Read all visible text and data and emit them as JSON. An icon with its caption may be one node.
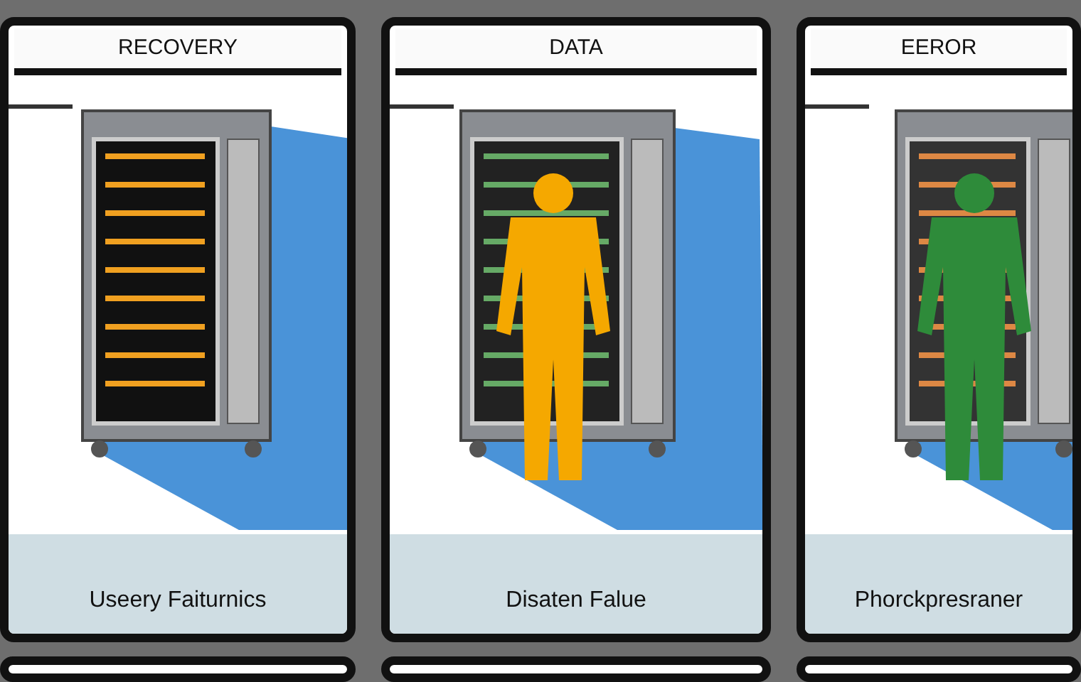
{
  "diagram": {
    "nodes": [
      {
        "text": [
          "RECOVERY",
          "Useery Faiturnics"
        ]
      },
      {
        "text": [
          "DATA",
          "Disaten Falue"
        ]
      },
      {
        "text": [
          "EEROR",
          "Phorckpresraner"
        ]
      },
      {
        "text": [],
        "shape": "box"
      },
      {
        "text": [],
        "shape": "box"
      },
      {
        "text": [],
        "shape": "box"
      }
    ]
  }
}
